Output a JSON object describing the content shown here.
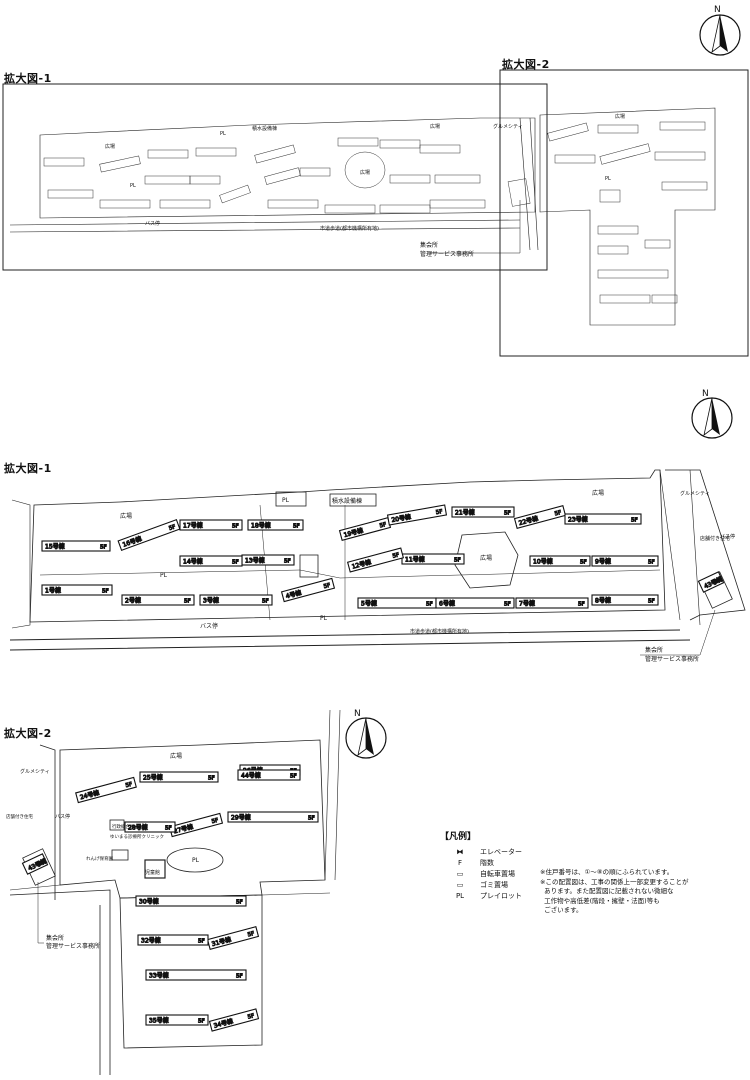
{
  "sections": {
    "overview_title1": "拡大図-1",
    "overview_title2": "拡大図-2",
    "detail1_title": "拡大図-1",
    "detail2_title": "拡大図-2"
  },
  "compass": "N",
  "labels": {
    "plaza": "広場",
    "pl": "PL",
    "bus_stop": "バス停",
    "city_road": "市道歩道(都市機構所有地)",
    "meeting_hall": "集会所",
    "management_office": "管理サービス事務所",
    "gourmet_city": "グルメシティ",
    "water_facility": "積水設備棟",
    "shop_cluster": "店舗付き住宅",
    "childcare": "児童館",
    "clinic": "ゆいまる診療所クリニック",
    "store1": "行政総合棟",
    "store2": "れんげ保育園"
  },
  "legend": {
    "title": "【凡例】",
    "items": [
      {
        "symbol": "⧓",
        "text": "エレベーター"
      },
      {
        "symbol": "F",
        "text": "階数"
      },
      {
        "symbol": "▭",
        "text": "自転車置場"
      },
      {
        "symbol": "▭",
        "text": "ゴミ置場"
      },
      {
        "symbol": "PL",
        "text": "プレイロット"
      }
    ],
    "notes": [
      "※住戸番号は、①～⑧の順にふられています。",
      "※この配置図は、工事の関係上一部変更することが",
      "  あります。また配置図に記載されない微細な",
      "  工作物や高低差(階段・擁壁・法面)等も",
      "  ございます。"
    ]
  },
  "buildings_d1": [
    {
      "name": "1号棟",
      "f": "5F"
    },
    {
      "name": "2号棟",
      "f": "5F"
    },
    {
      "name": "3号棟",
      "f": "5F"
    },
    {
      "name": "4号棟",
      "f": "5F"
    },
    {
      "name": "5号棟",
      "f": "5F"
    },
    {
      "name": "6号棟",
      "f": "5F"
    },
    {
      "name": "7号棟",
      "f": "5F"
    },
    {
      "name": "8号棟",
      "f": "5F"
    },
    {
      "name": "9号棟",
      "f": "5F"
    },
    {
      "name": "10号棟",
      "f": "5F"
    },
    {
      "name": "11号棟",
      "f": "5F"
    },
    {
      "name": "12号棟",
      "f": "5F"
    },
    {
      "name": "13号棟",
      "f": "5F"
    },
    {
      "name": "14号棟",
      "f": "5F"
    },
    {
      "name": "15号棟",
      "f": "5F"
    },
    {
      "name": "16号棟",
      "f": "5F"
    },
    {
      "name": "17号棟",
      "f": "5F"
    },
    {
      "name": "18号棟",
      "f": "5F"
    },
    {
      "name": "19号棟",
      "f": "5F"
    },
    {
      "name": "20号棟",
      "f": "5F"
    },
    {
      "name": "21号棟",
      "f": "5F"
    },
    {
      "name": "22号棟",
      "f": "5F"
    },
    {
      "name": "23号棟",
      "f": "5F"
    },
    {
      "name": "43号棟",
      "f": "4F"
    }
  ],
  "buildings_d2": [
    {
      "name": "24号棟",
      "f": "5F"
    },
    {
      "name": "25号棟",
      "f": "5F"
    },
    {
      "name": "26号棟",
      "f": "5F"
    },
    {
      "name": "27号棟",
      "f": "5F"
    },
    {
      "name": "28号棟",
      "f": "5F"
    },
    {
      "name": "29号棟",
      "f": "5F"
    },
    {
      "name": "30号棟",
      "f": "5F"
    },
    {
      "name": "31号棟",
      "f": "5F"
    },
    {
      "name": "32号棟",
      "f": "5F"
    },
    {
      "name": "33号棟",
      "f": "5F"
    },
    {
      "name": "34号棟",
      "f": "5F"
    },
    {
      "name": "35号棟",
      "f": "5F"
    },
    {
      "name": "43号棟",
      "f": "4F"
    },
    {
      "name": "44号棟",
      "f": "5F"
    }
  ]
}
